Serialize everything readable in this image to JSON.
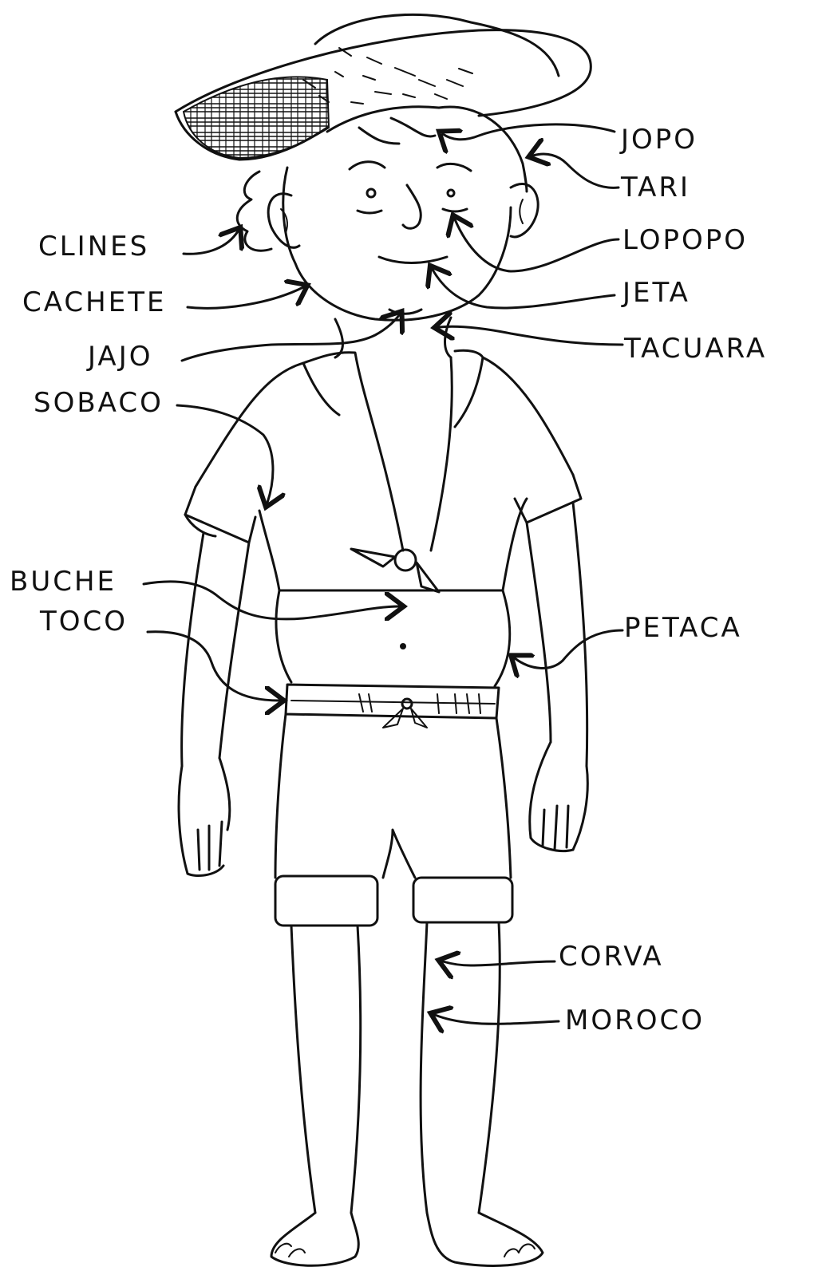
{
  "labels": {
    "jopo": "JOPO",
    "tari": "TARI",
    "lopopo": "LOPOPO",
    "jeta": "JETA",
    "tacuara": "TACUARA",
    "clines": "CLINES",
    "cachete": "CACHETE",
    "jajo": "JAJO",
    "sobaco": "SOBACO",
    "buche": "BUCHE",
    "toco": "TOCO",
    "petaca": "PETACA",
    "corva": "CORVA",
    "moroco": "MOROCO"
  },
  "colors": {
    "ink": "#111111",
    "background": "#ffffff"
  }
}
